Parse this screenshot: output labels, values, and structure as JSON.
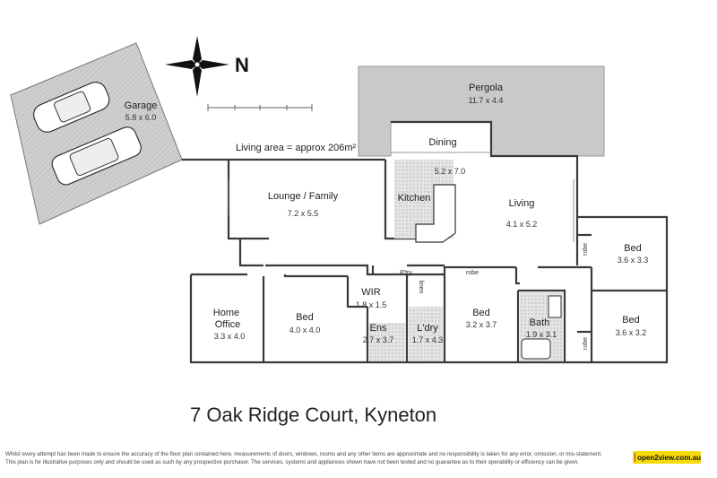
{
  "plan": {
    "living_area": "Living area = approx 206m²",
    "compass_letter": "N",
    "rooms": [
      {
        "key": "garage",
        "name": "Garage",
        "dims": "5.8 x 6.0"
      },
      {
        "key": "pergola",
        "name": "Pergola",
        "dims": "11.7 x 4.4"
      },
      {
        "key": "dining",
        "name": "Dining",
        "dims": "5.2 x 7.0"
      },
      {
        "key": "kitchen",
        "name": "Kitchen",
        "dims": ""
      },
      {
        "key": "living",
        "name": "Living",
        "dims": "4.1 x 5.2"
      },
      {
        "key": "lounge",
        "name": "Lounge / Family",
        "dims": "7.2 x 5.5"
      },
      {
        "key": "home_office",
        "name": "Home\nOffice",
        "dims": "3.3 x 4.0"
      },
      {
        "key": "bed_main",
        "name": "Bed",
        "dims": "4.0 x 4.0"
      },
      {
        "key": "wir",
        "name": "WIR",
        "dims": "1.8 x 1.5"
      },
      {
        "key": "ens",
        "name": "Ens",
        "dims": "2.7 x 3.7"
      },
      {
        "key": "ptry",
        "name": "P'try",
        "dims": ""
      },
      {
        "key": "linen",
        "name": "linen",
        "dims": ""
      },
      {
        "key": "ldry",
        "name": "L'dry",
        "dims": "1.7 x 4.3"
      },
      {
        "key": "bed_mid",
        "name": "Bed",
        "dims": "3.2 x 3.7"
      },
      {
        "key": "robe_mid",
        "name": "robe",
        "dims": ""
      },
      {
        "key": "bath",
        "name": "Bath",
        "dims": "1.9 x 3.1"
      },
      {
        "key": "bed_ne",
        "name": "Bed",
        "dims": "3.6 x 3.3"
      },
      {
        "key": "robe_ne",
        "name": "robe",
        "dims": ""
      },
      {
        "key": "bed_se",
        "name": "Bed",
        "dims": "3.6 x 3.2"
      },
      {
        "key": "robe_se",
        "name": "robe",
        "dims": ""
      }
    ]
  },
  "address": "7 Oak Ridge Court, Kyneton",
  "disclaimer": [
    "Whilst every attempt has been made to ensure the accuracy of the floor plan contained here, measurements of doors, windows, rooms and any other items are approximate and no responsibility is taken for any error, omission, or mis-statement.",
    "This plan is for illustrative purposes only and should be used as such by any prospective purchaser. The services, systems and appliances shown have not been tested and no guarantee as to their operability or efficiency can be given."
  ],
  "logo_text": "open2view.com.au",
  "colors": {
    "pergola": "#c8c8c8",
    "garage": "#c8c8c8",
    "wall": "#3a3a3a",
    "tile": "#d9d9d9"
  },
  "icons": [
    "compass-rose-icon",
    "car-icon"
  ]
}
